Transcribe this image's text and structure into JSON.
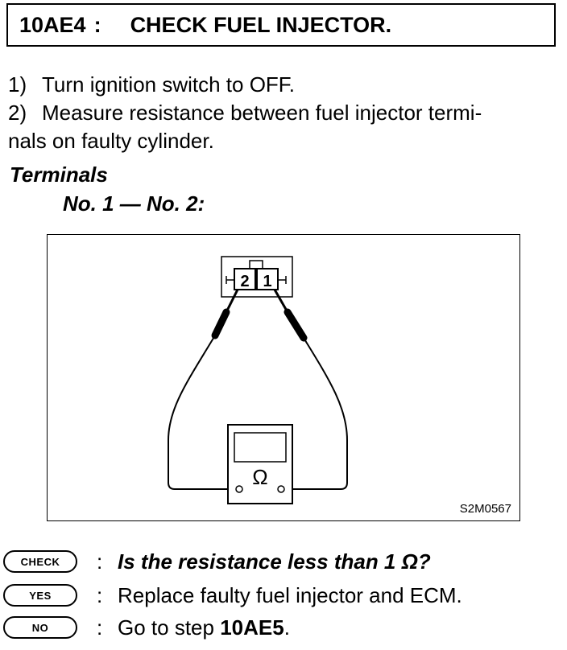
{
  "header": {
    "code": "10AE4",
    "separator": ":",
    "title": "CHECK FUEL INJECTOR."
  },
  "steps": [
    {
      "number": "1)",
      "text": "Turn ignition switch to OFF."
    },
    {
      "number": "2)",
      "text": "Measure resistance between fuel injector termi-",
      "continuation": "nals on faulty cylinder."
    }
  ],
  "terminals": {
    "heading": "Terminals",
    "pair": "No. 1 — No. 2:"
  },
  "diagram": {
    "connector_pins": [
      "2",
      "1"
    ],
    "meter_symbol": "Ω",
    "figure_code": "S2M0567"
  },
  "check": {
    "badge": "CHECK",
    "colon": ":",
    "question": "Is the resistance less than 1 Ω?"
  },
  "yes": {
    "badge": "YES",
    "colon": ":",
    "text": "Replace faulty fuel injector and ECM."
  },
  "no": {
    "badge": "NO",
    "colon": ":",
    "text_prefix": "Go to step ",
    "step_ref": "10AE5",
    "text_suffix": "."
  }
}
